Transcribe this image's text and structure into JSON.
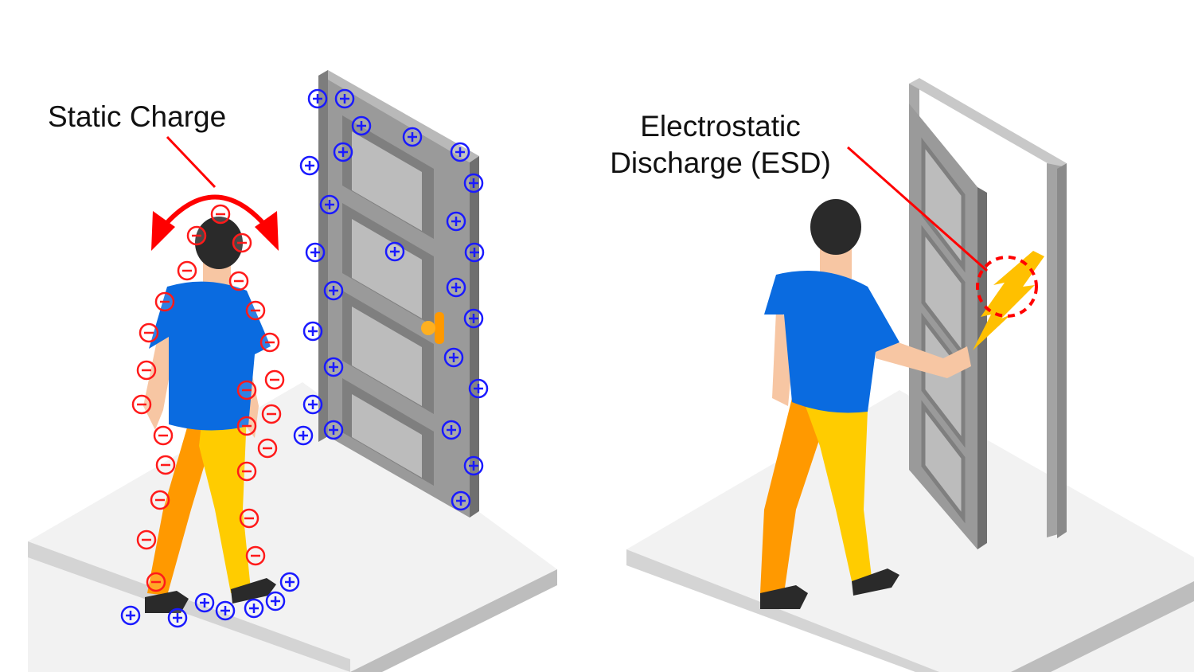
{
  "left_panel": {
    "label": "Static Charge"
  },
  "right_panel": {
    "label_line1": "Electrostatic",
    "label_line2": "Discharge (ESD)"
  },
  "symbols": {
    "positive": "+",
    "negative": "−"
  },
  "colors": {
    "positive_charge": "#1a1aff",
    "negative_charge": "#ff1a1a",
    "arrow": "#ff0000",
    "shirt": "#0a6be0",
    "pants_front": "#ffcc00",
    "pants_back": "#ff9900",
    "door": "#9a9a9a",
    "spark": "#ffc000"
  }
}
